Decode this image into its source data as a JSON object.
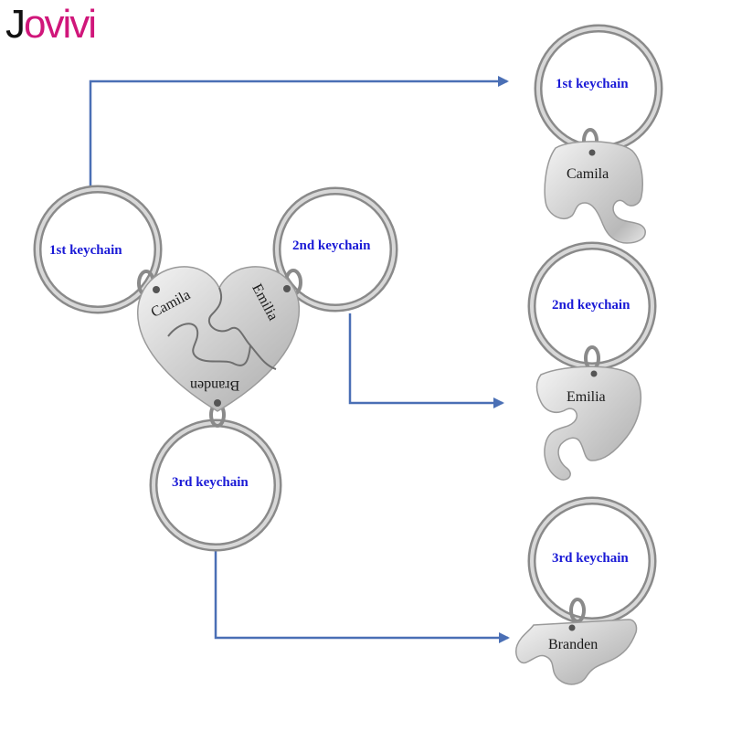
{
  "brand": {
    "name": "Jovivi"
  },
  "accent_color": "#4a6fb5",
  "label_color": "#1a1ad6",
  "main_set": {
    "ring_labels": [
      "1st keychain",
      "2nd keychain",
      "3rd keychain"
    ],
    "engravings": [
      "Camila",
      "Emilia",
      "Branden"
    ]
  },
  "separated": [
    {
      "label": "1st keychain",
      "engraving": "Camila"
    },
    {
      "label": "2nd keychain",
      "engraving": "Emilia"
    },
    {
      "label": "3rd keychain",
      "engraving": "Branden"
    }
  ]
}
